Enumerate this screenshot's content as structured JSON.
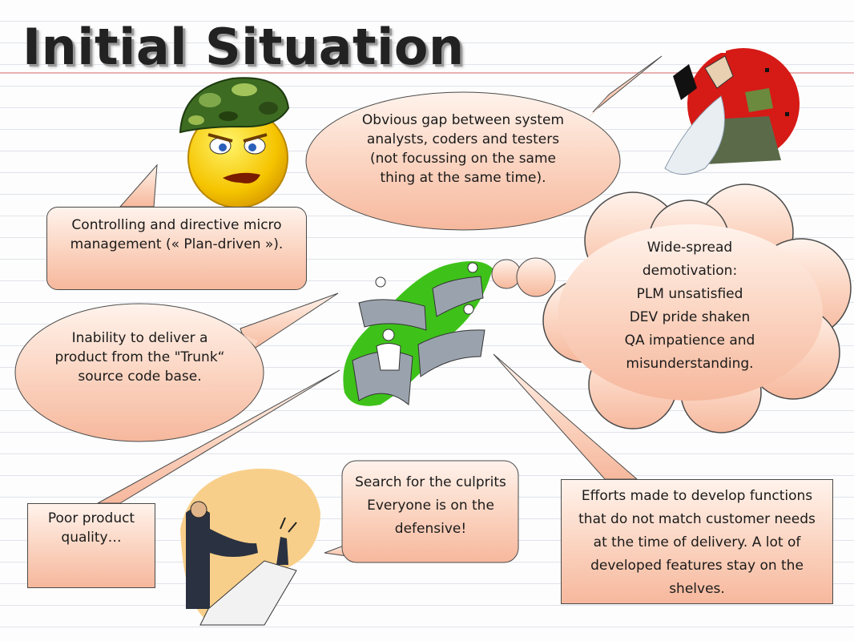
{
  "slide": {
    "title": "Initial Situation",
    "accent_colors": {
      "callout_fill_top": "#fff3ec",
      "callout_fill_bottom": "#f6b89d",
      "green": "#3ec21a",
      "red": "#d21a1a"
    }
  },
  "callouts": {
    "micro_management": "Controlling and directive micro management (« Plan-driven »).",
    "gap": "Obvious gap between system analysts, coders and testers (not focussing on the same thing at the same time).",
    "demotivation_lines": [
      "Wide-spread",
      "demotivation:",
      "PLM  unsatisfied",
      "DEV  pride shaken",
      "QA impatience and",
      "misunderstanding."
    ],
    "trunk": "Inability to deliver a product from the \"Trunk“ source code base.",
    "poor_quality": "Poor product quality…",
    "culprits": "Search for the culprits  Everyone is on the defensive!",
    "efforts": "Efforts made to develop functions that do not match customer needs at the time of delivery.  A lot of developed features stay on the shelves."
  },
  "illustrations": [
    "army-smiley-icon",
    "angry-office-worker-icon",
    "bridge-workers-icon",
    "pointing-businessman-icon"
  ]
}
